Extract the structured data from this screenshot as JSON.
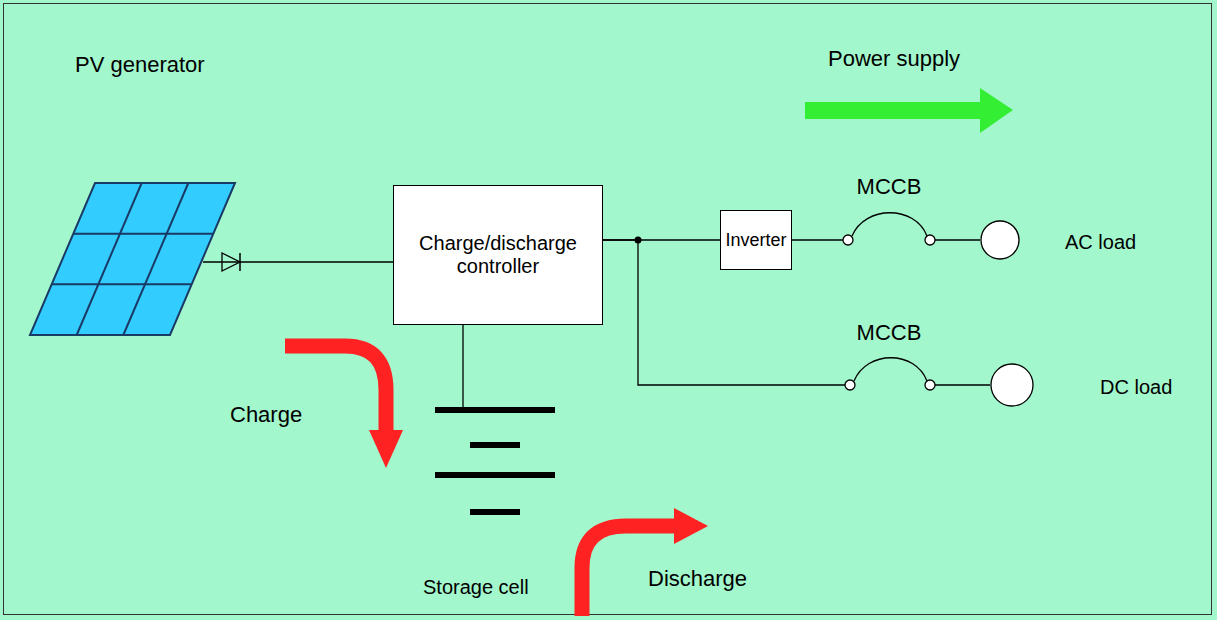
{
  "diagram": {
    "nodes": [
      {
        "text": [
          "PV generator"
        ]
      },
      {
        "text": [
          "Charge/discharge controller"
        ]
      },
      {
        "text": [
          "Inverter"
        ]
      },
      {
        "text": [
          "AC load"
        ]
      },
      {
        "text": [
          "DC load"
        ]
      },
      {
        "text": [
          "Storage cell"
        ]
      }
    ],
    "edges": [
      {
        "from": 0,
        "to": 1,
        "arrow": "none"
      },
      {
        "from": 1,
        "to": 2,
        "arrow": "none"
      },
      {
        "from": 2,
        "to": 3,
        "label": "MCCB",
        "arrow": "none"
      },
      {
        "from": 1,
        "to": 4,
        "label": "MCCB",
        "arrow": "none"
      },
      {
        "from": 1,
        "to": 5,
        "arrow": "none"
      }
    ],
    "labels": [
      "Power supply",
      "Charge",
      "Discharge"
    ]
  }
}
